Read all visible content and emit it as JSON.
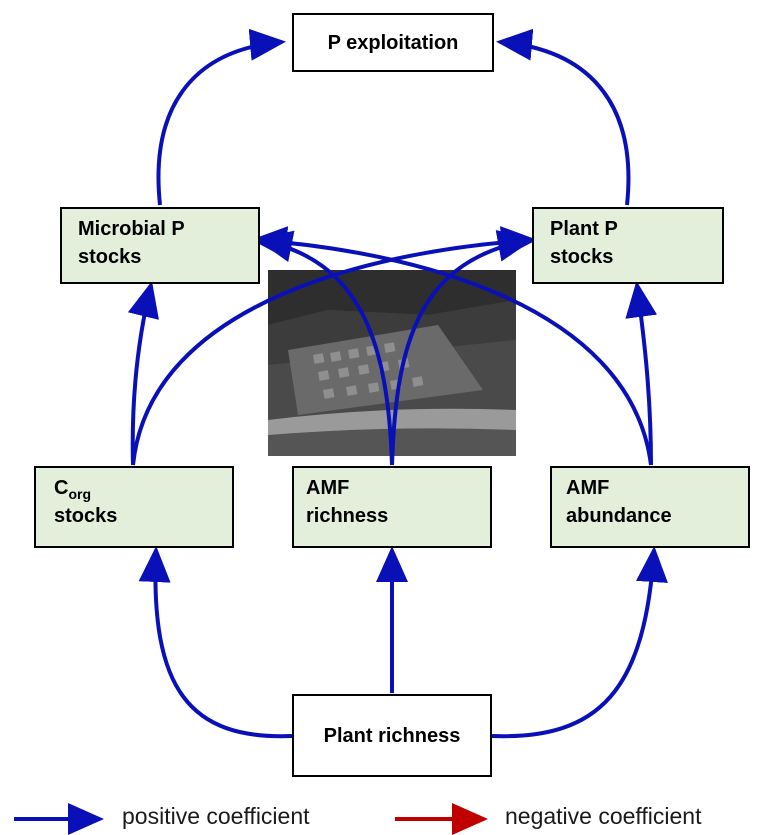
{
  "nodes": {
    "p_exploitation": {
      "label": "P exploitation"
    },
    "microbial_p": {
      "line1": "Microbial P",
      "line2": "stocks"
    },
    "plant_p": {
      "line1": "Plant P",
      "line2": "stocks"
    },
    "corg": {
      "main": "C",
      "sub": "org",
      "line2": "stocks"
    },
    "amf_richness": {
      "line1": "AMF",
      "line2": "richness"
    },
    "amf_abundance": {
      "line1": "AMF",
      "line2": "abundance"
    },
    "plant_richness": {
      "label": "Plant richness"
    }
  },
  "legend": {
    "positive": {
      "label": "positive coefficient",
      "color": "#0a10b8"
    },
    "negative": {
      "label": "negative coefficient",
      "color": "#c00000"
    }
  },
  "colors": {
    "node_fill": "#e4efdb",
    "arrow": "#0a10b8"
  }
}
